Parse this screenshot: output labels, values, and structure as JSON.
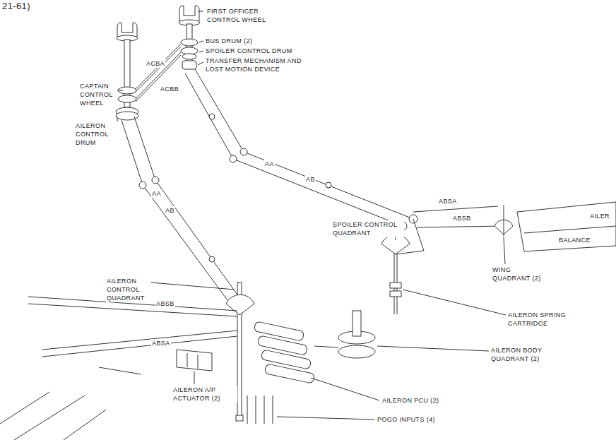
{
  "diagram": {
    "labels": [
      "21-61)",
      "FIRST OFFICER CONTROL WHEEL",
      "CAPTAIN CONTROL WHEEL",
      "BUS DRUM (2)",
      "SPOILER CONTROL DRUM",
      "TRANSFER MECHANISM AND LOST MOTION DEVICE",
      "ACBA",
      "ACBB",
      "AILERON CONTROL DRUM",
      "AA",
      "AB",
      "AA",
      "AB",
      "ABSA",
      "ABSB",
      "SPOILER CONTROL QUADRANT",
      "AILERON CONTROL QUADRANT",
      "WING QUADRANT (2)",
      "AILER",
      "BALANCE",
      "ABSB",
      "ABSA",
      "AILERON SPRING CARTRIDGE",
      "AILERON BODY QUADRANT (2)",
      "AILERON PCU (2)",
      "AILERON A/P ACTUATOR (2)",
      "POGO INPUTS (4)"
    ]
  }
}
